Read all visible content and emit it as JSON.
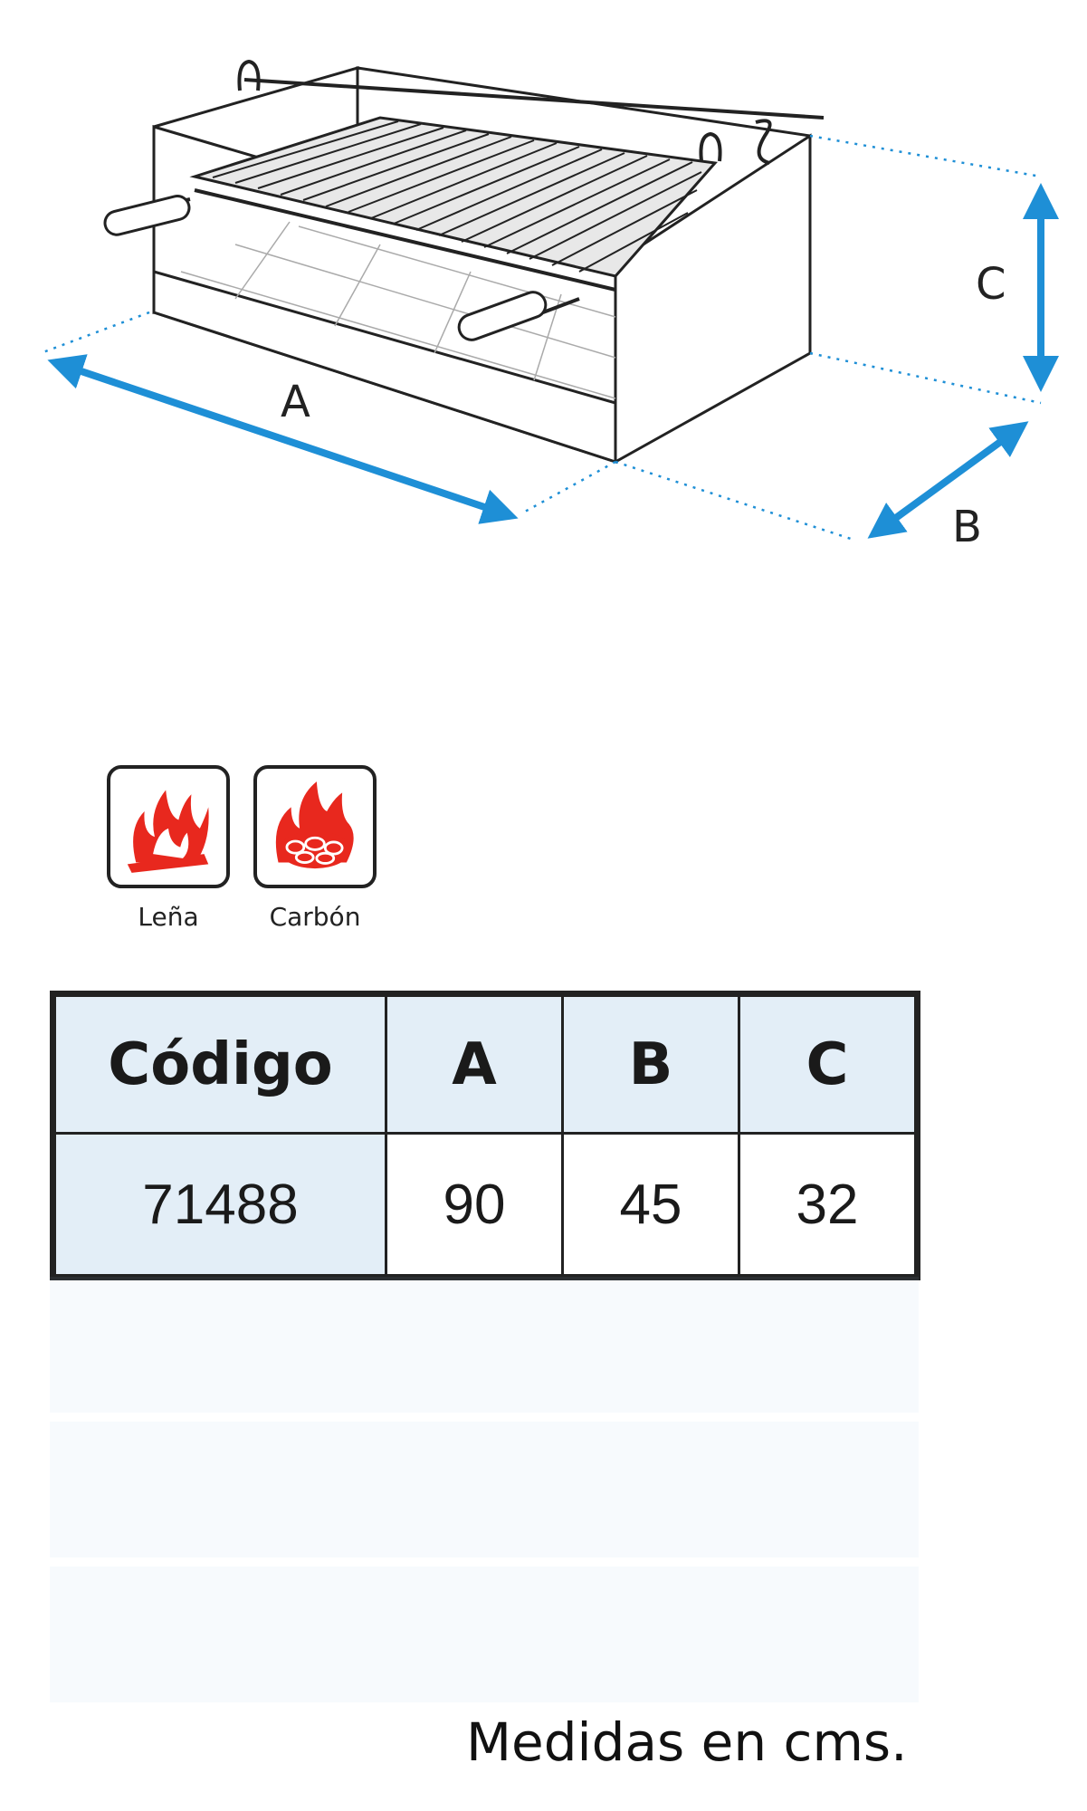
{
  "diagram": {
    "dimension_labels": {
      "a": "A",
      "b": "B",
      "c": "C"
    },
    "accent_color": "#1e8fd6"
  },
  "fuels": [
    {
      "label": "Leña",
      "icon": "firewood-flame-icon"
    },
    {
      "label": "Carbón",
      "icon": "charcoal-flame-icon"
    }
  ],
  "table": {
    "headers": [
      "Código",
      "A",
      "B",
      "C"
    ],
    "rows": [
      [
        "71488",
        "90",
        "45",
        "32"
      ]
    ]
  },
  "units_note": "Medidas en cms."
}
